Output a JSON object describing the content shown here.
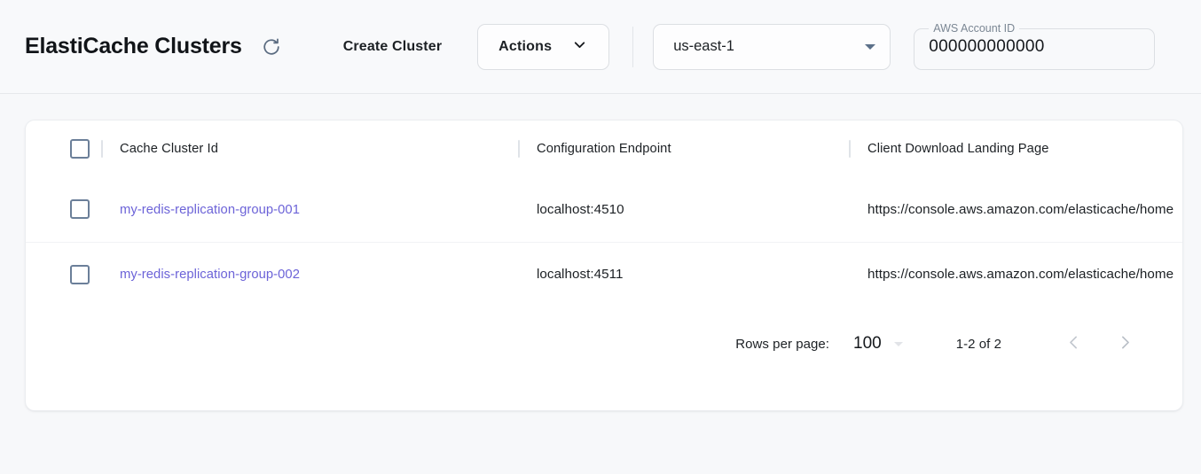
{
  "header": {
    "title": "ElastiCache Clusters",
    "refresh_icon": "refresh-icon",
    "create_cluster_label": "Create Cluster",
    "actions_label": "Actions",
    "actions_chevron_icon": "chevron-down-icon",
    "region": {
      "value": "us-east-1",
      "arrow_icon": "triangle-down-icon"
    },
    "account": {
      "legend": "AWS Account ID",
      "value": "000000000000"
    }
  },
  "table": {
    "columns": [
      "Cache Cluster Id",
      "Configuration Endpoint",
      "Client Download Landing Page"
    ],
    "rows": [
      {
        "cluster_id": "my-redis-replication-group-001",
        "endpoint": "localhost:4510",
        "landing_page": "https://console.aws.amazon.com/elasticache/home"
      },
      {
        "cluster_id": "my-redis-replication-group-002",
        "endpoint": "localhost:4511",
        "landing_page": "https://console.aws.amazon.com/elasticache/home"
      }
    ]
  },
  "pagination": {
    "rows_per_page_label": "Rows per page:",
    "rows_per_page_value": "100",
    "range_label": "1-2 of 2",
    "prev_icon": "chevron-left-icon",
    "next_icon": "chevron-right-icon"
  },
  "colors": {
    "page_bg": "#f7f8fa",
    "appbar_bg": "#f8f9fb",
    "card_bg": "#ffffff",
    "link": "#6c63d8",
    "checkbox_border": "#6b7f99",
    "select_arrow": "#5c7089"
  }
}
